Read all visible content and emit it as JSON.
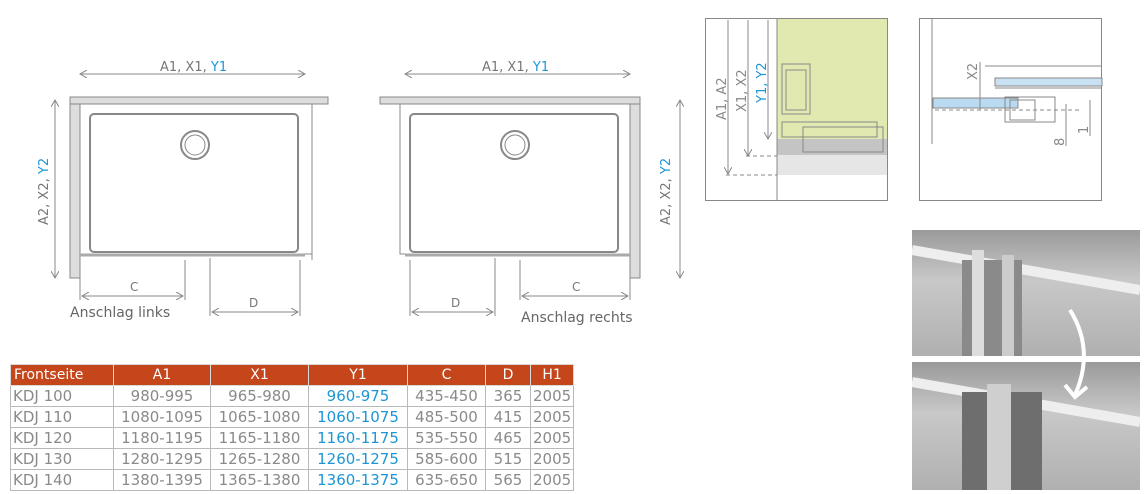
{
  "plan_left": {
    "width_label_a": "A1, X1, ",
    "width_label_b": "Y1",
    "height_label_a": "A2, X2, ",
    "height_label_b": "Y2",
    "dim_c": "C",
    "dim_d": "D",
    "caption": "Anschlag links"
  },
  "plan_right": {
    "width_label_a": "A1, X1, ",
    "width_label_b": "Y1",
    "height_label_a": "A2, X2, ",
    "height_label_b": "Y2",
    "dim_c": "C",
    "dim_d": "D",
    "caption": "Anschlag rechts"
  },
  "detail_1": {
    "label_a": "A1, A2",
    "label_x": "X1, X2",
    "label_y": "Y1, Y2"
  },
  "detail_2": {
    "label_x2": "X2",
    "label_8": "8",
    "label_1": "1"
  },
  "colors": {
    "header": "#c4461a",
    "accent_blue": "#1c96d4",
    "wall_green": "#e1e9b0"
  },
  "table": {
    "headers": [
      "Frontseite",
      "A1",
      "X1",
      "Y1",
      "C",
      "D",
      "H1"
    ],
    "rows": [
      [
        "KDJ 100",
        "980-995",
        "965-980",
        "960-975",
        "435-450",
        "365",
        "2005"
      ],
      [
        "KDJ 110",
        "1080-1095",
        "1065-1080",
        "1060-1075",
        "485-500",
        "415",
        "2005"
      ],
      [
        "KDJ 120",
        "1180-1195",
        "1165-1180",
        "1160-1175",
        "535-550",
        "465",
        "2005"
      ],
      [
        "KDJ 130",
        "1280-1295",
        "1265-1280",
        "1260-1275",
        "585-600",
        "515",
        "2005"
      ],
      [
        "KDJ 140",
        "1380-1395",
        "1365-1380",
        "1360-1375",
        "635-650",
        "565",
        "2005"
      ]
    ]
  }
}
